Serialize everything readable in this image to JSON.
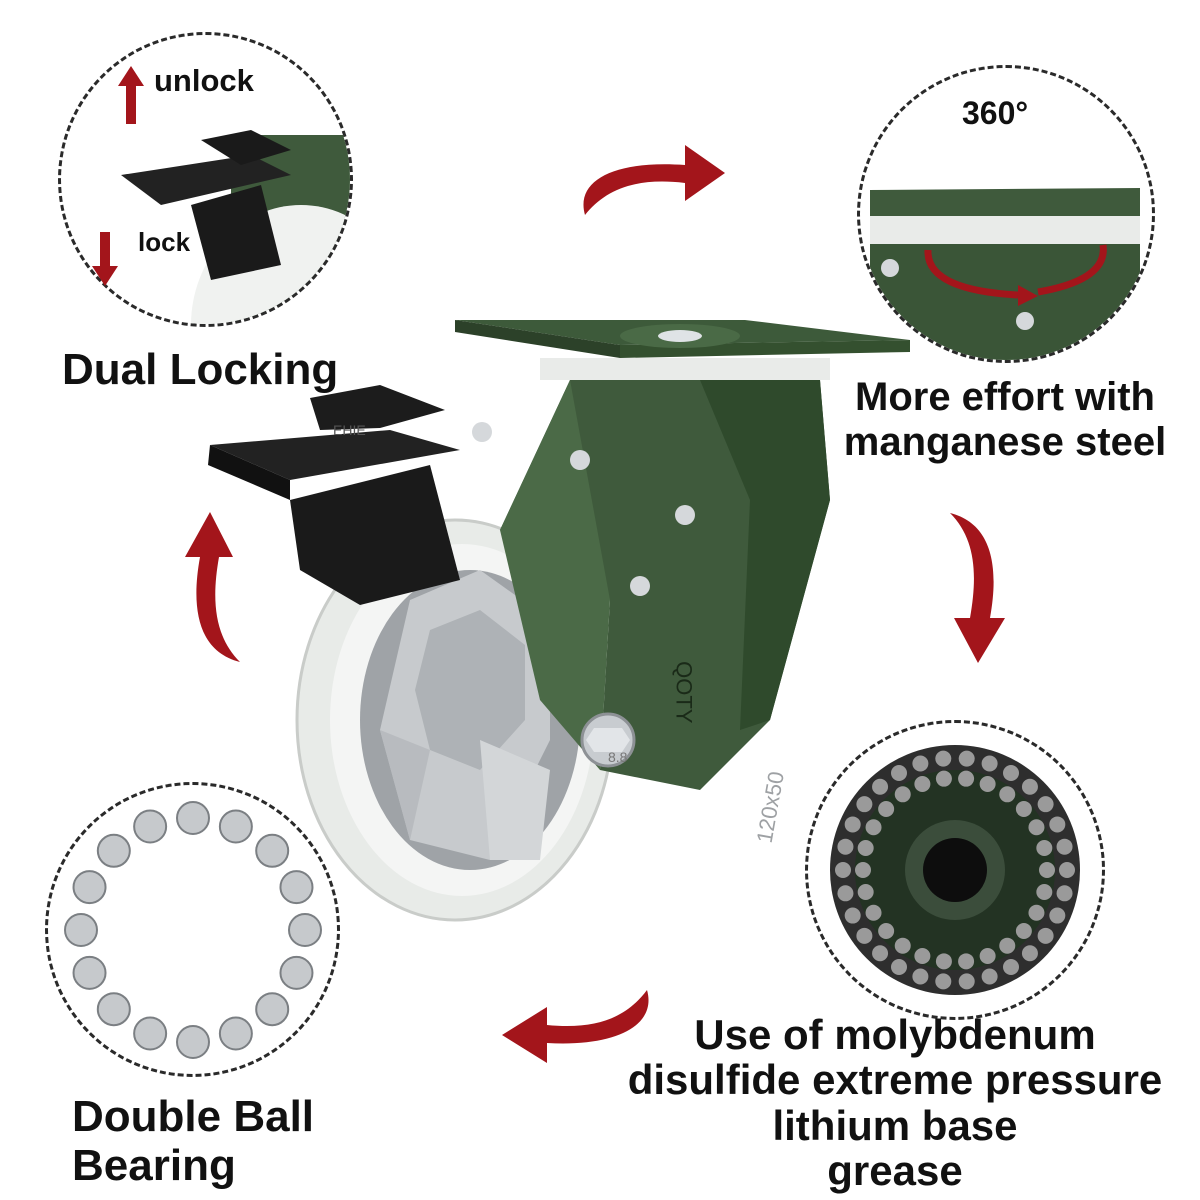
{
  "callouts": {
    "lock_label_unlock": "unlock",
    "lock_label_lock": "lock",
    "lock_title": "Dual Locking",
    "swivel_degrees": "360°",
    "steel_text_line1": "More effort with",
    "steel_text_line2": "manganese steel",
    "bearing_title_line1": "Double Ball",
    "bearing_title_line2": "Bearing",
    "grease_line1": "Use of molybdenum",
    "grease_line2": "disulfide extreme pressure",
    "grease_line3": "lithium base",
    "grease_line4": "grease"
  },
  "wheel_markings": {
    "brand_mark": "QOTY",
    "size_mark": "120x50",
    "bolt_mark": "8.8",
    "pedal_mark": "EHIE"
  },
  "colors": {
    "bracket_green": "#3f5a3c",
    "bracket_dark": "#2c4129",
    "arrow_red": "#a3151b",
    "tread_white": "#eef0ee",
    "hub_silver": "#b9bcbf",
    "pedal_black": "#1c1c1c"
  },
  "icons": [
    "arrow-up-icon",
    "arrow-down-icon",
    "curved-arrow-icon",
    "rotation-arrow-icon"
  ]
}
